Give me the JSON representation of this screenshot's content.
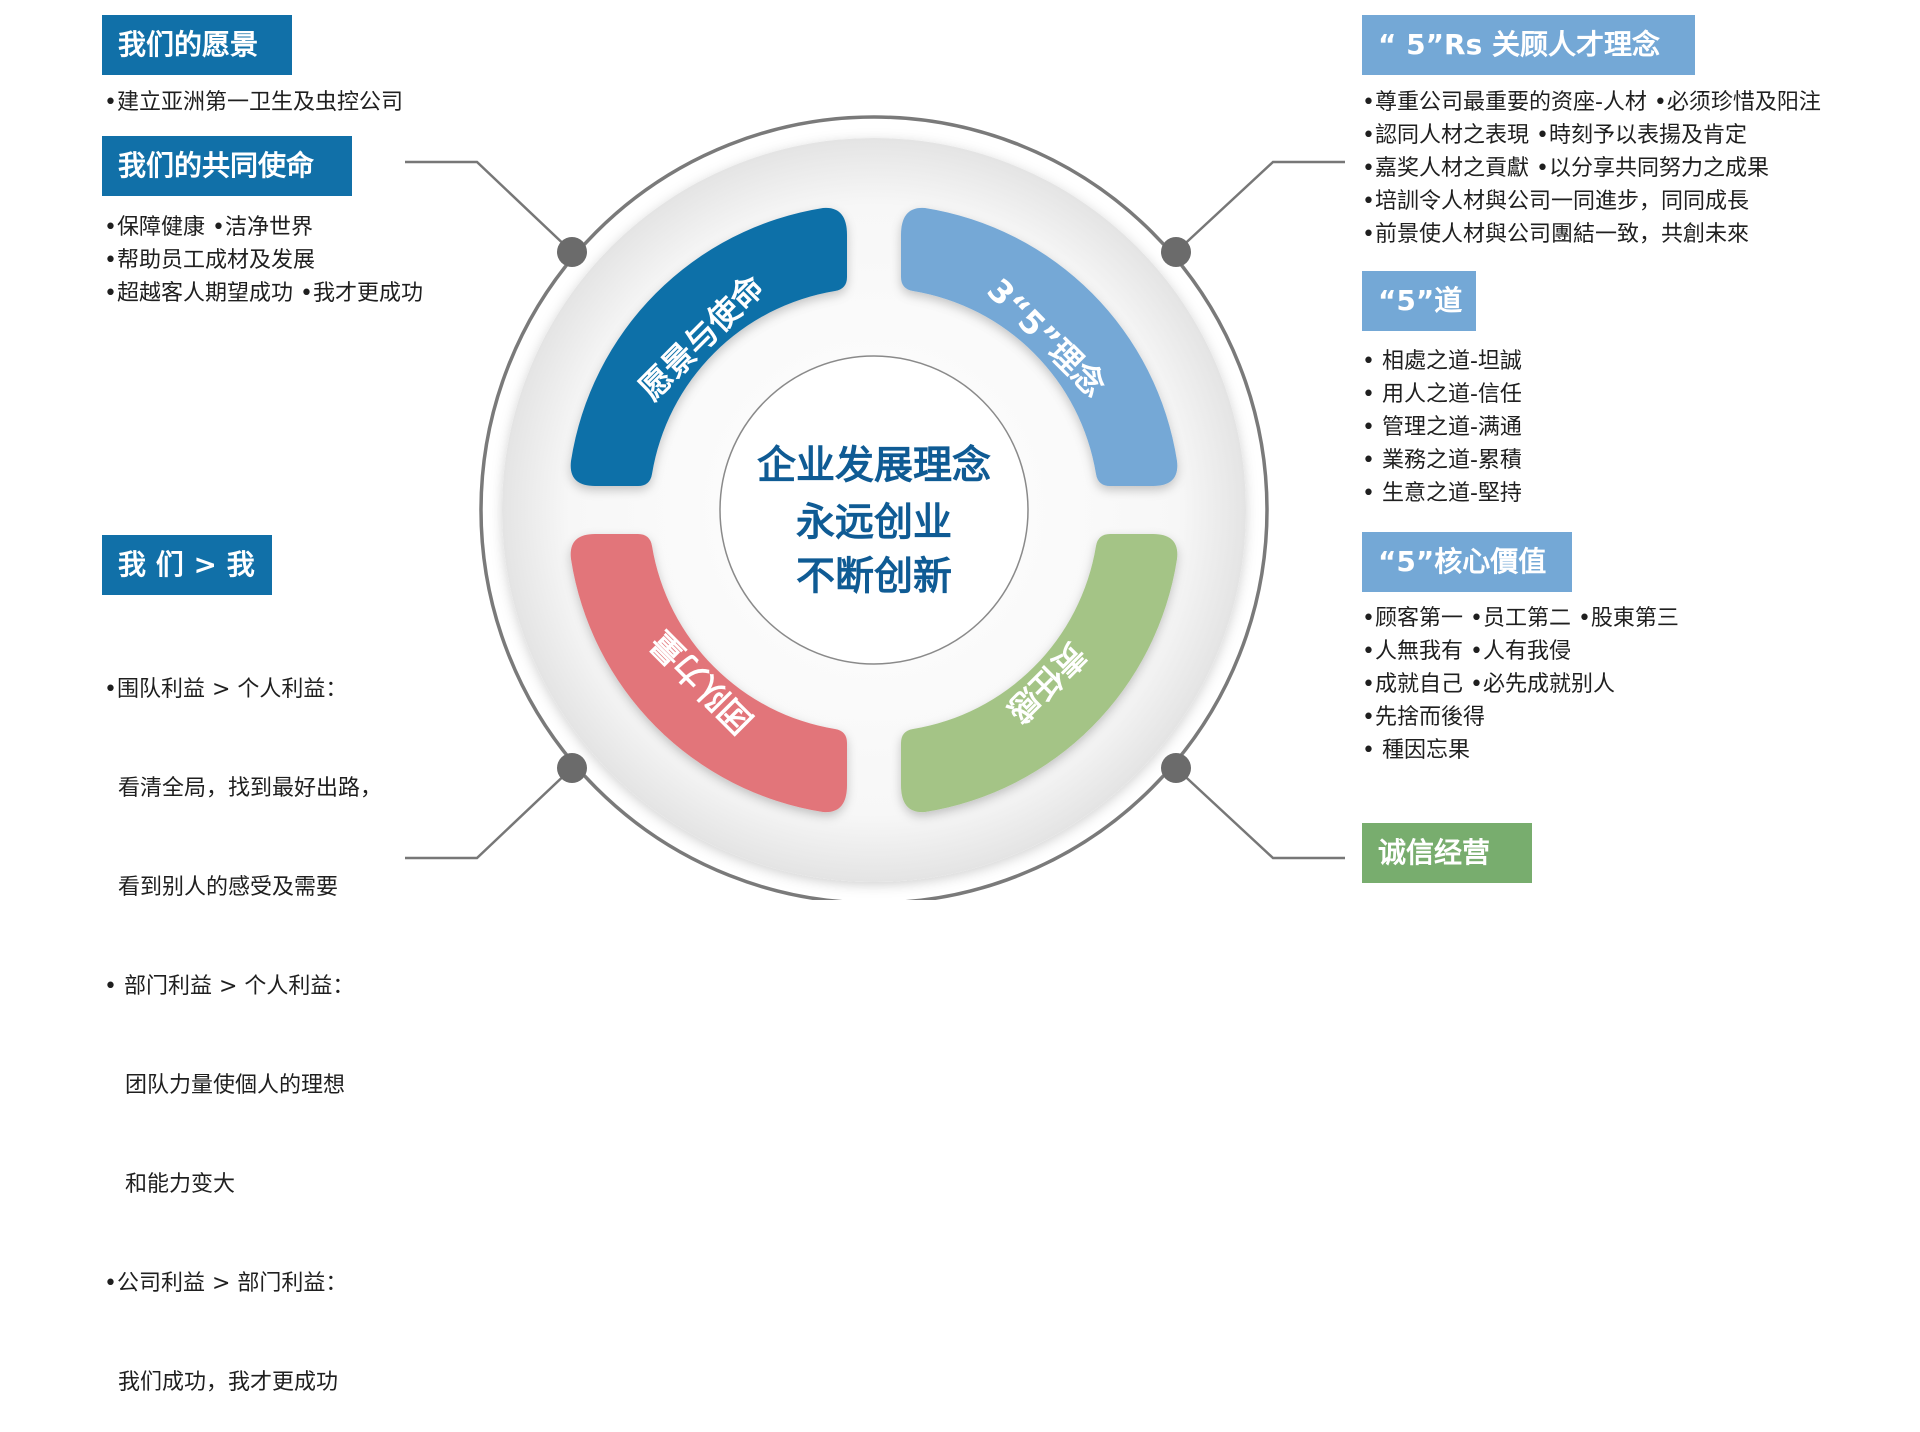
{
  "center": {
    "line1": "企业发展理念",
    "line2": "永远创业",
    "line3": "不断创新"
  },
  "segments": {
    "top_left": "愿景与使命",
    "top_right": "3“5”理念",
    "bottom_left": "团队力量",
    "bottom_right": "责任感"
  },
  "left": {
    "vision": {
      "heading": "我们的愿景",
      "items": [
        "•建立亚洲第一卫生及虫控公司"
      ]
    },
    "mission": {
      "heading": "我们的共同使命",
      "items": [
        "•保障健康 •洁净世界",
        "•帮助员工成材及发展",
        "•超越客人期望成功 •我才更成功"
      ]
    },
    "we": {
      "heading": "我 们 > 我",
      "items": [
        "•围队利益 > 个人利益：",
        "  看清全局，找到最好出路，",
        "  看到别人的感受及需要",
        "• 部门利益 > 个人利益：",
        "   团队力量使個人的理想",
        "   和能力变大",
        "•公司利益 > 部门利益：",
        "  我们成功，我才更成功"
      ]
    }
  },
  "right": {
    "rs": {
      "heading": "“ 5”Rs 关顾人才理念",
      "items": [
        "•尊重公司最重要的资座-人材 •必须珍惜及阳注",
        "•認同人材之表現 •時刻予以表揚及肯定",
        "•嘉奖人材之貢獻 •以分享共同努力之成果",
        "•培訓令人材與公司一同進步，同同成長",
        "•前景使人材與公司團結一致，共創未來"
      ]
    },
    "dao": {
      "heading": "“5”道",
      "items": [
        "• 相處之道-坦誠",
        "• 用人之道-信任",
        "• 管理之道-满通",
        "• 業務之道-累積",
        "• 生意之道-堅持"
      ]
    },
    "core": {
      "heading": "“5”核心價值",
      "items": [
        "•顾客第一 •员工第二 •股東第三",
        "•人無我有 •人有我侵",
        "•成就自己 •必先成就别人",
        "•先捨而後得",
        "• 種因忘果"
      ]
    },
    "integrity": {
      "heading": "诚信经营"
    }
  },
  "colors": {
    "dark_blue": "#1170a8",
    "light_blue": "#74a8d6",
    "red": "#e2757a",
    "green": "#a4c486",
    "heading_green": "#78ad6e",
    "center_text": "#0f5b94",
    "ring_gray": "#777777"
  }
}
